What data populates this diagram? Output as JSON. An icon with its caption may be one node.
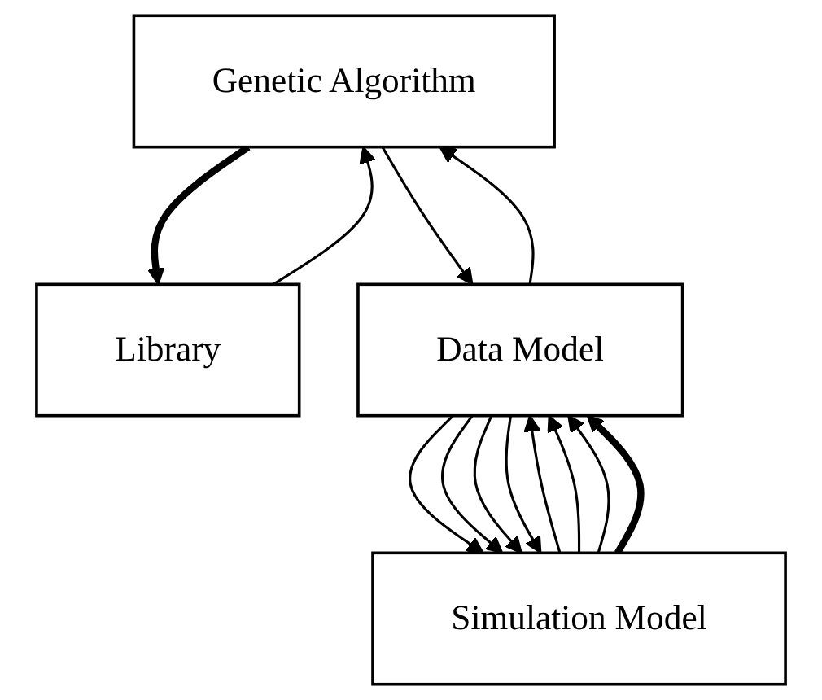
{
  "diagram": {
    "nodes": [
      {
        "text": [
          "Genetic Algorithm"
        ]
      },
      {
        "text": [
          "Library"
        ]
      },
      {
        "text": [
          "Data Model"
        ]
      },
      {
        "text": [
          "Simulation Model"
        ]
      }
    ],
    "edges": [
      {
        "from": 1,
        "to": 0,
        "arrow": "to"
      },
      {
        "from": 0,
        "to": 1,
        "arrow": "to",
        "style": "thick"
      },
      {
        "from": 2,
        "to": 0,
        "arrow": "to"
      },
      {
        "from": 0,
        "to": 2,
        "arrow": "to"
      },
      {
        "from": 2,
        "to": 3,
        "arrow": "to"
      },
      {
        "from": 2,
        "to": 3,
        "arrow": "to"
      },
      {
        "from": 2,
        "to": 3,
        "arrow": "to"
      },
      {
        "from": 2,
        "to": 3,
        "arrow": "to"
      },
      {
        "from": 3,
        "to": 2,
        "arrow": "to"
      },
      {
        "from": 3,
        "to": 2,
        "arrow": "to"
      },
      {
        "from": 3,
        "to": 2,
        "arrow": "to"
      },
      {
        "from": 3,
        "to": 2,
        "arrow": "to",
        "style": "thick"
      }
    ]
  }
}
